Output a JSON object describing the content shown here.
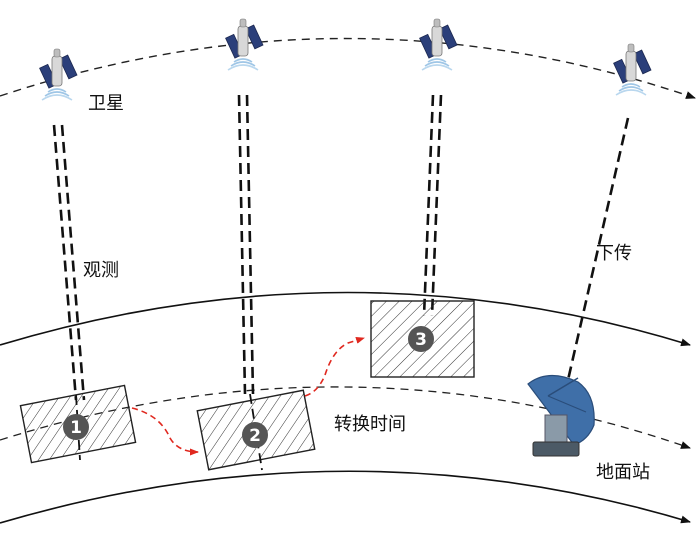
{
  "labels": {
    "satellite": "卫星",
    "observe": "观测",
    "downlink": "下传",
    "transfer_time": "转换时间",
    "ground_station": "地面站"
  },
  "regions": [
    {
      "number": "1"
    },
    {
      "number": "2"
    },
    {
      "number": "3"
    }
  ],
  "icons": {
    "satellite": "satellite-icon",
    "ground_station": "satellite-dish-icon"
  },
  "colors": {
    "transfer_arrow": "#e0281f",
    "region_marker": "#555555",
    "dish": "#3f6fa8",
    "solar_panel": "#2b3f7a"
  }
}
